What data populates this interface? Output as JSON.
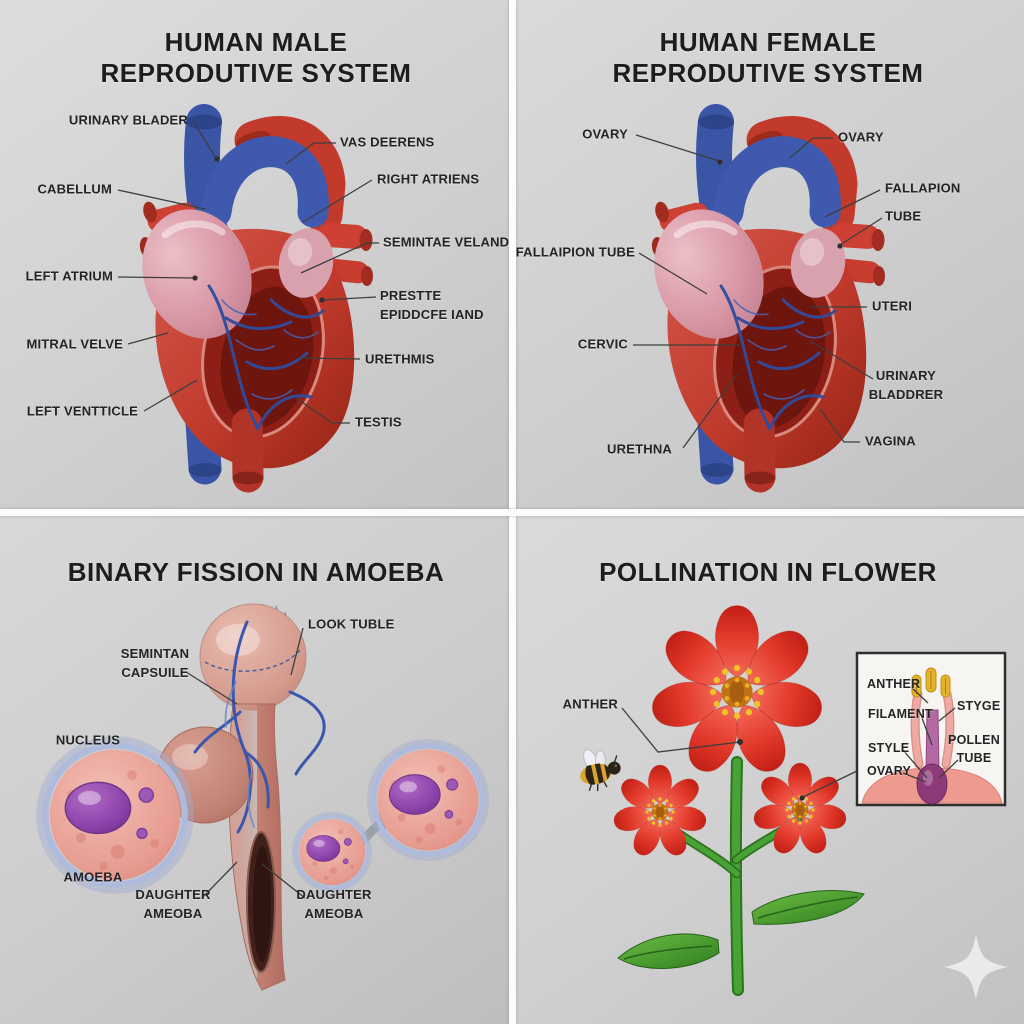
{
  "panel_male": {
    "title": "HUMAN MALE\nREPRODUTIVE SYSTEM",
    "labels": {
      "urinary_blader": "URINARY BLADER",
      "cabellum": "CABELLUM",
      "left_atrium": "LEFT ATRIUM",
      "mitral_velve": "MITRAL VELVE",
      "left_ventticle": "LEFT VENTTICLE",
      "vas_deerens": "VAS DEERENS",
      "right_atriens": "RIGHT ATRIENS",
      "semintae_veland": "SEMINTAE VELAND",
      "prestte_epiddcfe": "PRESTTE\nEPIDDCFE IAND",
      "urethmis": "URETHMIS",
      "testis": "TESTIS"
    }
  },
  "panel_female": {
    "title": "HUMAN FEMALE\nREPRODUTIVE SYSTEM",
    "labels": {
      "ovary_left": "OVARY",
      "fallaipion_tube": "FALLAIPION TUBE",
      "cervic": "CERVIC",
      "urethna": "URETHNA",
      "ovary_right": "OVARY",
      "fallapion": "FALLAPION",
      "tube": "TUBE",
      "uteri": "UTERI",
      "urinary_bladdrer": "URINARY\nBLADDRER",
      "vagina": "VAGINA"
    }
  },
  "panel_amoeba": {
    "title": "BINARY FISSION IN AMOEBA",
    "labels": {
      "semintan_capsuile": "SEMINTAN\nCAPSUILE",
      "look_tuble": "LOOK TUBLE",
      "nucleus": "NUCLEUS",
      "amoeba": "AMOEBA",
      "daughter_ameoba_left": "DAUGHTER\nAMEOBA",
      "daughter_ameoba_right": "DAUGHTER\nAMEOBA"
    }
  },
  "panel_flower": {
    "title": "POLLINATION IN FLOWER",
    "labels": {
      "anther_main": "ANTHER"
    },
    "inset_labels": {
      "anther": "ANTHER",
      "filament": "FILAMENT",
      "style": "STYLE",
      "ovary": "OVARY",
      "styge": "STYGE",
      "pollen_tube": "POLLEN\nTUBE"
    }
  },
  "palette": {
    "background": "#cbcbcb",
    "divider": "#fcfcfc",
    "heart_red": "#bf3a2c",
    "vessel_blue": "#3a55a6",
    "atrium_pink": "#d795a3",
    "cell_pink": "#e69b90",
    "nucleus_purple": "#8e44ad",
    "flower_red": "#e23a2b",
    "leaf_green": "#3e9430",
    "anther_yellow": "#e5b22b",
    "label_text": "#242424"
  }
}
